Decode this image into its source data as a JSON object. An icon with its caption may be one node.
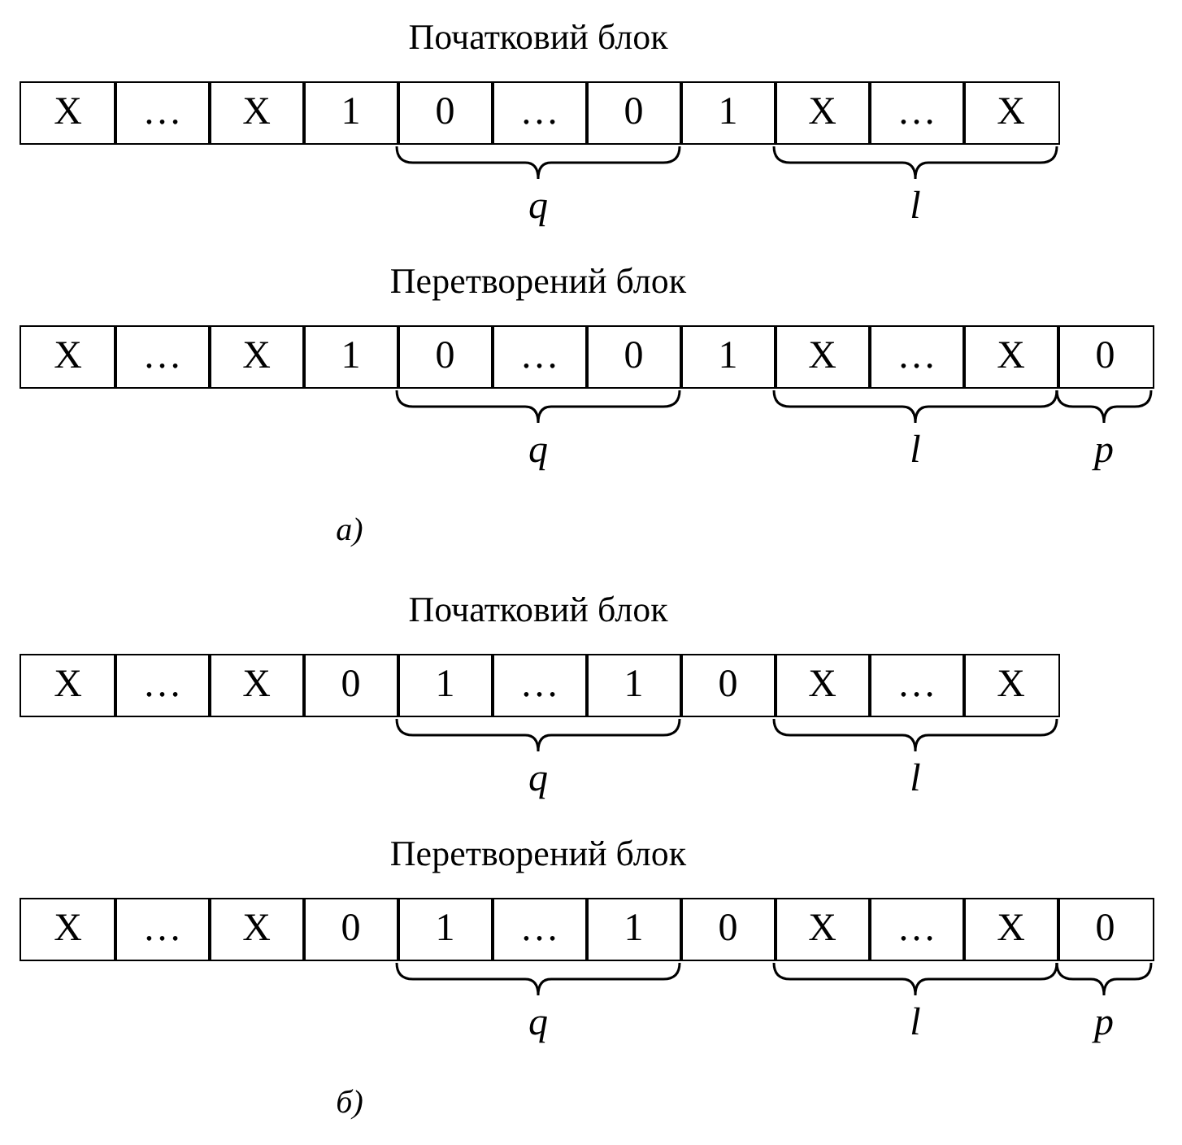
{
  "diagram": {
    "labels": [
      "Початковий блок",
      "X",
      "…",
      "X",
      "1",
      "0",
      "…",
      "0",
      "1",
      "X",
      "…",
      "X",
      "q",
      "l",
      "Перетворений блок",
      "X",
      "…",
      "X",
      "1",
      "0",
      "…",
      "0",
      "1",
      "X",
      "…",
      "X",
      "0",
      "q",
      "l",
      "p",
      "а)",
      "Початковий блок",
      "X",
      "…",
      "X",
      "0",
      "1",
      "…",
      "1",
      "0",
      "X",
      "…",
      "X",
      "q",
      "l",
      "Перетворений блок",
      "X",
      "…",
      "X",
      "0",
      "1",
      "…",
      "1",
      "0",
      "X",
      "…",
      "X",
      "0",
      "q",
      "l",
      "p",
      "б)"
    ]
  }
}
